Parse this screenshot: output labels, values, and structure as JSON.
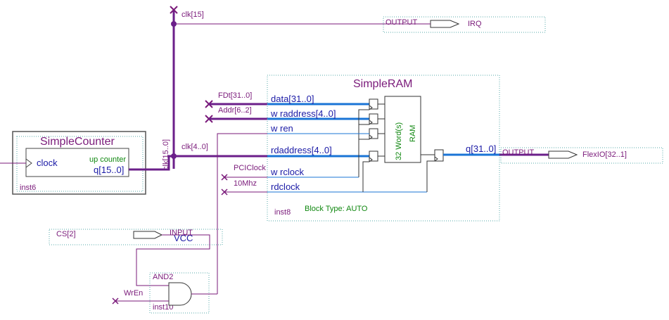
{
  "signals": {
    "clk15": "clk[15]",
    "irq_port_type": "OUTPUT",
    "irq_name": "IRQ",
    "fdt": "FDt[31..0]",
    "addr": "Addr[6..2]",
    "clk_bus_label": "clk[15..0]",
    "clk4": "clk[4..0]",
    "pciclock": "PCIClock",
    "mhz": "10Mhz",
    "flexio_port_type": "OUTPUT",
    "flexio_name": "FlexIO[32..1]",
    "cs2": "CS[2]",
    "cs_port_type": "INPUT",
    "cs_vcc": "VCC",
    "wren": "WrEn"
  },
  "simple_counter": {
    "title": "SimpleCounter",
    "port_clock": "clock",
    "port_up": "up counter",
    "port_q": "q[15..0]",
    "instance": "inst6"
  },
  "simple_ram": {
    "title": "SimpleRAM",
    "ports": {
      "data": "data[31..0]",
      "wraddress": "w raddress[4..0]",
      "wren": "w ren",
      "rdaddress": "rdaddress[4..0]",
      "wrclock": "w rclock",
      "rdclock": "rdclock"
    },
    "core_words": "32 Word(s)",
    "core_type": "RAM",
    "output": "q[31..0]",
    "block_type": "Block Type: AUTO",
    "instance": "inst8"
  },
  "and_gate": {
    "name": "AND2",
    "instance": "inst10"
  },
  "colors": {
    "wire_purple": "#7a1a7a",
    "wire_blue": "#1a74d6",
    "bus_purple": "#6b1f8a",
    "label_green": "#118811"
  }
}
